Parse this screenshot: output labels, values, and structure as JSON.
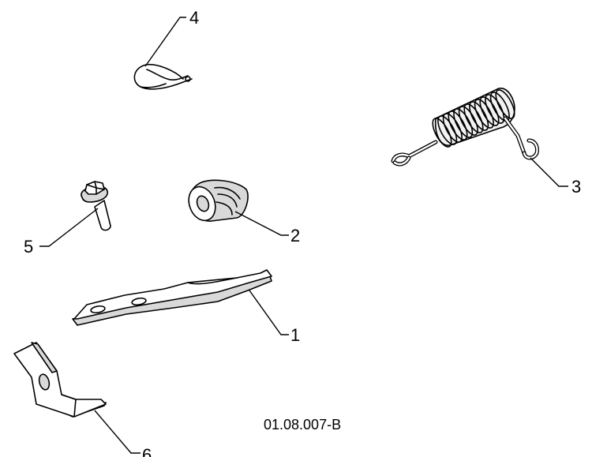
{
  "callouts": {
    "c1": "1",
    "c2": "2",
    "c3": "3",
    "c4": "4",
    "c5": "5",
    "c6": "6"
  },
  "drawing_id": "01.08.007-B",
  "colors": {
    "line": "#000000",
    "background": "#ffffff",
    "shade": "#d9d9d9"
  }
}
